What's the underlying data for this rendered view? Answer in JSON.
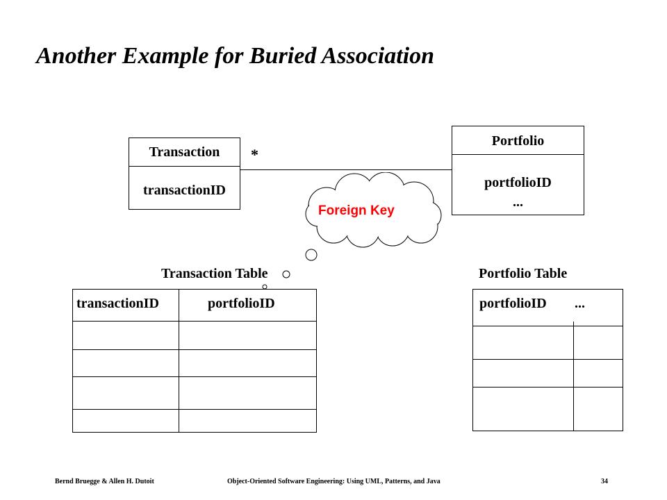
{
  "title": "Another Example for Buried Association",
  "classes": {
    "transaction": {
      "name": "Transaction",
      "attribute": "transactionID"
    },
    "portfolio": {
      "name": "Portfolio",
      "attribute": "portfolioID",
      "more": "..."
    }
  },
  "association": {
    "multiplicity": "*"
  },
  "callout": {
    "text": "Foreign Key",
    "color": "#ff0000"
  },
  "tables": {
    "transaction": {
      "title": "Transaction Table",
      "columns": [
        "transactionID",
        "portfolioID"
      ]
    },
    "portfolio": {
      "title": "Portfolio Table",
      "columns": [
        "portfolioID",
        "..."
      ]
    }
  },
  "footer": {
    "authors": "Bernd Bruegge & Allen H. Dutoit",
    "book": "Object-Oriented Software Engineering: Using UML, Patterns, and Java",
    "page": "34"
  }
}
